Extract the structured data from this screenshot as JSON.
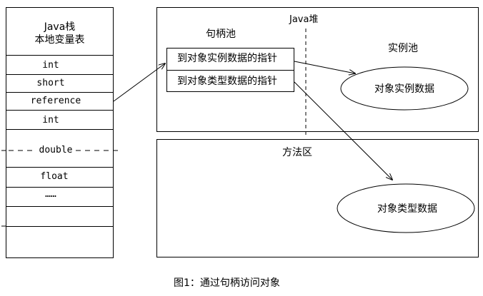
{
  "stack": {
    "title_line1": "Java栈",
    "title_line2": "本地变量表",
    "slots": [
      "int",
      "short",
      "reference",
      "int",
      "double",
      "float",
      "……"
    ]
  },
  "heap": {
    "label": "Java堆",
    "handle_pool": {
      "label": "句柄池",
      "instance_pointer": "到对象实例数据的指针",
      "type_pointer": "到对象类型数据的指针"
    },
    "instance_pool": {
      "label": "实例池",
      "instance_data": "对象实例数据"
    }
  },
  "method_area": {
    "label": "方法区",
    "type_data": "对象类型数据"
  },
  "caption": "图1：通过句柄访问对象"
}
